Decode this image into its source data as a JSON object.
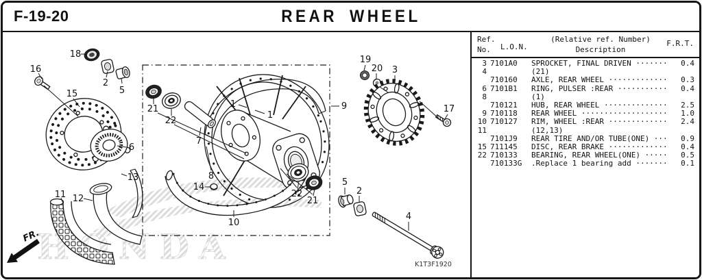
{
  "header": {
    "code": "F-19-20",
    "title": "REAR WHEEL"
  },
  "table": {
    "columns": {
      "ref_line1": "Ref.",
      "ref_line2": "No.",
      "lon": "L.O.N.",
      "desc_line1": "(Relative ref. Number)",
      "desc_line2": "Description",
      "frt": "F.R.T."
    },
    "rows": [
      {
        "ref": "3",
        "lon": "7101A0",
        "desc": "SPROCKET, FINAL DRIVEN ·······",
        "frt": "0.4"
      },
      {
        "ref": "4",
        "lon": "",
        "desc": "(21)",
        "frt": ""
      },
      {
        "ref": "",
        "lon": "710160",
        "desc": "AXLE, REAR WHEEL ·············",
        "frt": "0.3"
      },
      {
        "ref": "6",
        "lon": "7101B1",
        "desc": "RING, PULSER :REAR ···········",
        "frt": "0.4"
      },
      {
        "ref": "8",
        "lon": "",
        "desc": "(1)",
        "frt": ""
      },
      {
        "ref": "",
        "lon": "710121",
        "desc": "HUB, REAR WHEEL ··············",
        "frt": "2.5"
      },
      {
        "ref": "9",
        "lon": "710118",
        "desc": "REAR WHEEL ···················",
        "frt": "1.0"
      },
      {
        "ref": "10",
        "lon": "710127",
        "desc": "RIM, WHEEL :REAR ·············",
        "frt": "2.4"
      },
      {
        "ref": "11",
        "lon": "",
        "desc": "(12,13)",
        "frt": ""
      },
      {
        "ref": "",
        "lon": "7101J9",
        "desc": "REAR TIRE AND/OR TUBE(ONE) ···",
        "frt": "0.9"
      },
      {
        "ref": "15",
        "lon": "711145",
        "desc": "DISC, REAR BRAKE ·············",
        "frt": "0.4"
      },
      {
        "ref": "22",
        "lon": "710133",
        "desc": "BEARING, REAR WHEEL(ONE) ·····",
        "frt": "0.5"
      },
      {
        "ref": "",
        "lon": "710133G",
        "desc": ".Replace 1 bearing add ·······",
        "frt": "0.1"
      }
    ]
  },
  "diagram": {
    "drawing_code": "K1T3F1920",
    "direction_label": "FR.",
    "watermark": "HONDA",
    "colors": {
      "line": "#1a1a1a",
      "background": "#ffffff",
      "watermark": "#dcdcdc"
    },
    "callouts": [
      "18",
      "2",
      "5",
      "16",
      "15",
      "6",
      "13",
      "11",
      "12",
      "21",
      "22",
      "7",
      "1",
      "1",
      "8",
      "14",
      "10",
      "9",
      "19",
      "20",
      "3",
      "17",
      "22",
      "21",
      "5",
      "2",
      "4"
    ]
  }
}
